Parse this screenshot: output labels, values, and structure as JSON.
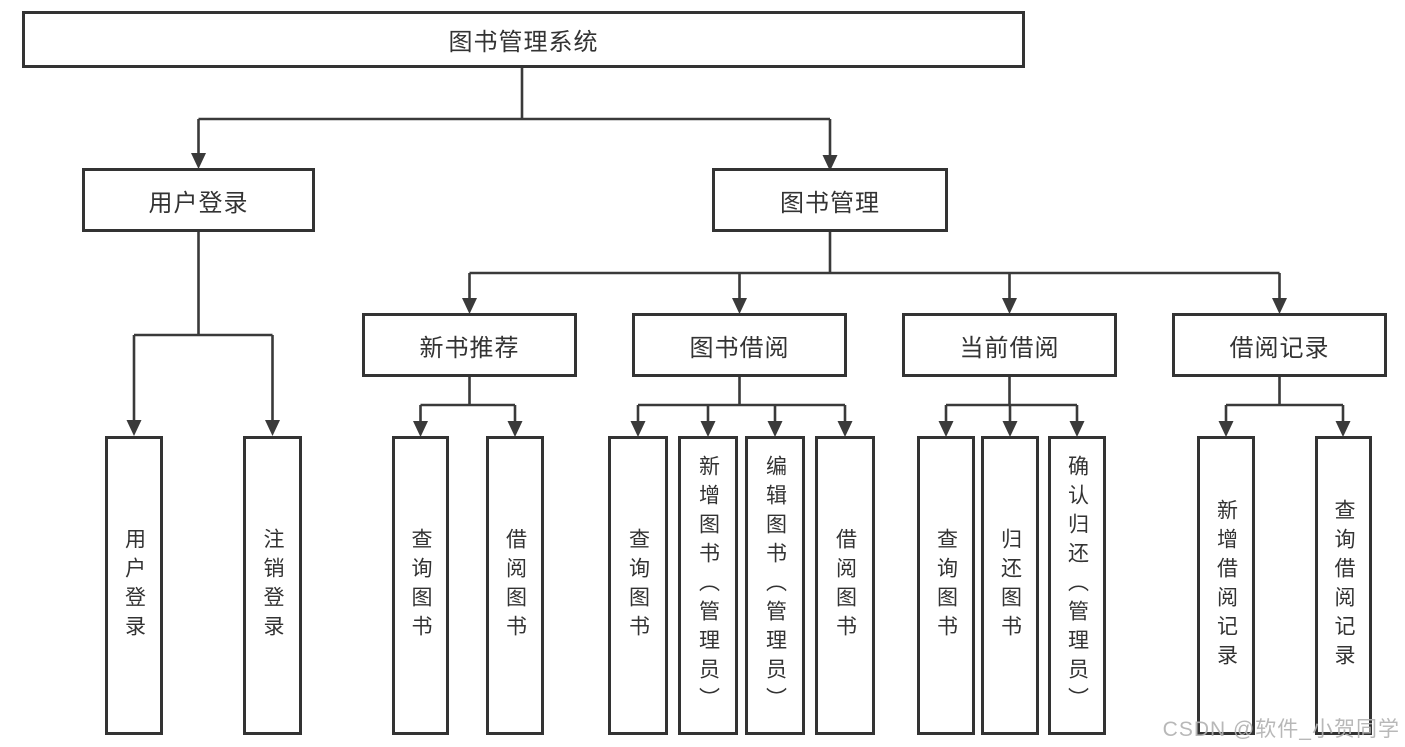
{
  "diagram": {
    "root": {
      "label": "图书管理系统"
    },
    "branches": [
      {
        "label": "用户登录",
        "children": [
          {
            "label": "用户登录"
          },
          {
            "label": "注销登录"
          }
        ]
      },
      {
        "label": "图书管理",
        "sections": [
          {
            "label": "新书推荐",
            "children": [
              {
                "label": "查询图书"
              },
              {
                "label": "借阅图书"
              }
            ]
          },
          {
            "label": "图书借阅",
            "children": [
              {
                "label": "查询图书"
              },
              {
                "label": "新增图书（管理员）"
              },
              {
                "label": "编辑图书（管理员）"
              },
              {
                "label": "借阅图书"
              }
            ]
          },
          {
            "label": "当前借阅",
            "children": [
              {
                "label": "查询图书"
              },
              {
                "label": "归还图书"
              },
              {
                "label": "确认归还（管理员）"
              }
            ]
          },
          {
            "label": "借阅记录",
            "children": [
              {
                "label": "新增借阅记录"
              },
              {
                "label": "查询借阅记录"
              }
            ]
          }
        ]
      }
    ]
  },
  "watermark": {
    "text": "CSDN @软件_小贺同学"
  },
  "colors": {
    "line": "#3a3a3a",
    "border": "#333333",
    "text": "#333333",
    "watermark": "#b2b2b2",
    "background": "#ffffff"
  }
}
